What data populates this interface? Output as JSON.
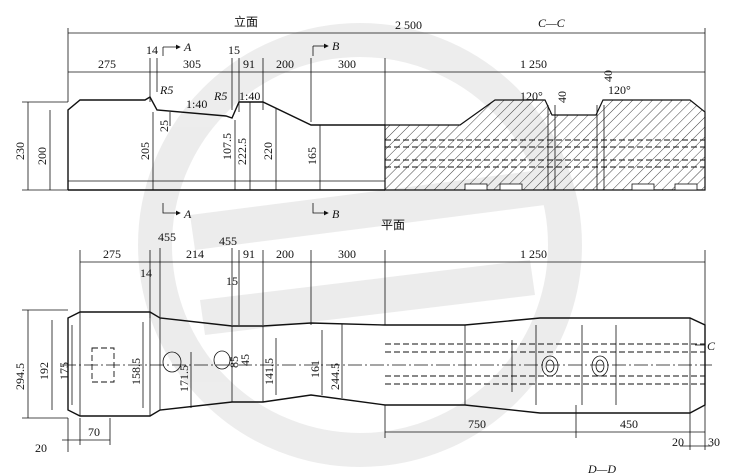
{
  "titles": {
    "elevation": "立面",
    "plan": "平面",
    "section_cc": "C—C",
    "section_dd": "D—D"
  },
  "elevation": {
    "top_total": "2 500",
    "top_segments": [
      "275",
      "305",
      "91",
      "200",
      "300",
      "1 250"
    ],
    "small_marks": [
      "14",
      "15"
    ],
    "section_letters": [
      "A",
      "A",
      "B",
      "B"
    ],
    "heights": [
      "230",
      "200",
      "205",
      "107.5",
      "222.5",
      "220",
      "165"
    ],
    "radii": [
      "R5",
      "R5"
    ],
    "slopes": [
      "1:40",
      "1:40"
    ],
    "small_dims": [
      "25",
      "40",
      "40"
    ],
    "angles": [
      "120°",
      "120°"
    ]
  },
  "plan": {
    "top_segments": [
      "275",
      "214",
      "91",
      "200",
      "300",
      "1 250"
    ],
    "top_extras": [
      "455",
      "455",
      "14",
      "15"
    ],
    "widths": [
      "294.5",
      "192",
      "175",
      "158.5",
      "171.5",
      "85",
      "45",
      "141.5",
      "161",
      "244.5"
    ],
    "bottom_dims": [
      "70",
      "20",
      "750",
      "450",
      "20",
      "30"
    ],
    "section_letter": "C"
  }
}
